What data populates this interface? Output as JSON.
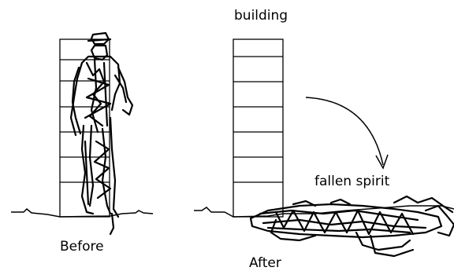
{
  "labels": {
    "building": "building",
    "fallen_spirit": "fallen spirit",
    "before": "Before",
    "after": "After"
  },
  "icons": {
    "building": "building-icon",
    "spirit": "human-figure-icon",
    "arrow": "curved-arrow-icon"
  },
  "colors": {
    "ink": "#000000",
    "background": "#ffffff"
  }
}
